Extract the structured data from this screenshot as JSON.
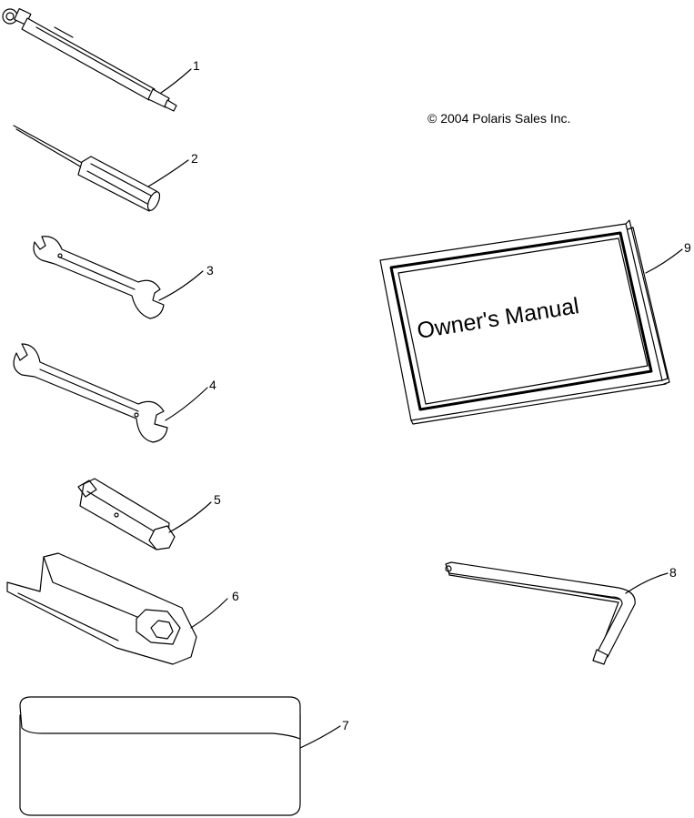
{
  "copyright": "© 2004 Polaris Sales Inc.",
  "manual_cover_text": "Owner's Manual",
  "callouts": [
    {
      "id": "1",
      "label": "1"
    },
    {
      "id": "2",
      "label": "2"
    },
    {
      "id": "3",
      "label": "3"
    },
    {
      "id": "4",
      "label": "4"
    },
    {
      "id": "5",
      "label": "5"
    },
    {
      "id": "6",
      "label": "6"
    },
    {
      "id": "7",
      "label": "7"
    },
    {
      "id": "8",
      "label": "8"
    },
    {
      "id": "9",
      "label": "9"
    }
  ]
}
